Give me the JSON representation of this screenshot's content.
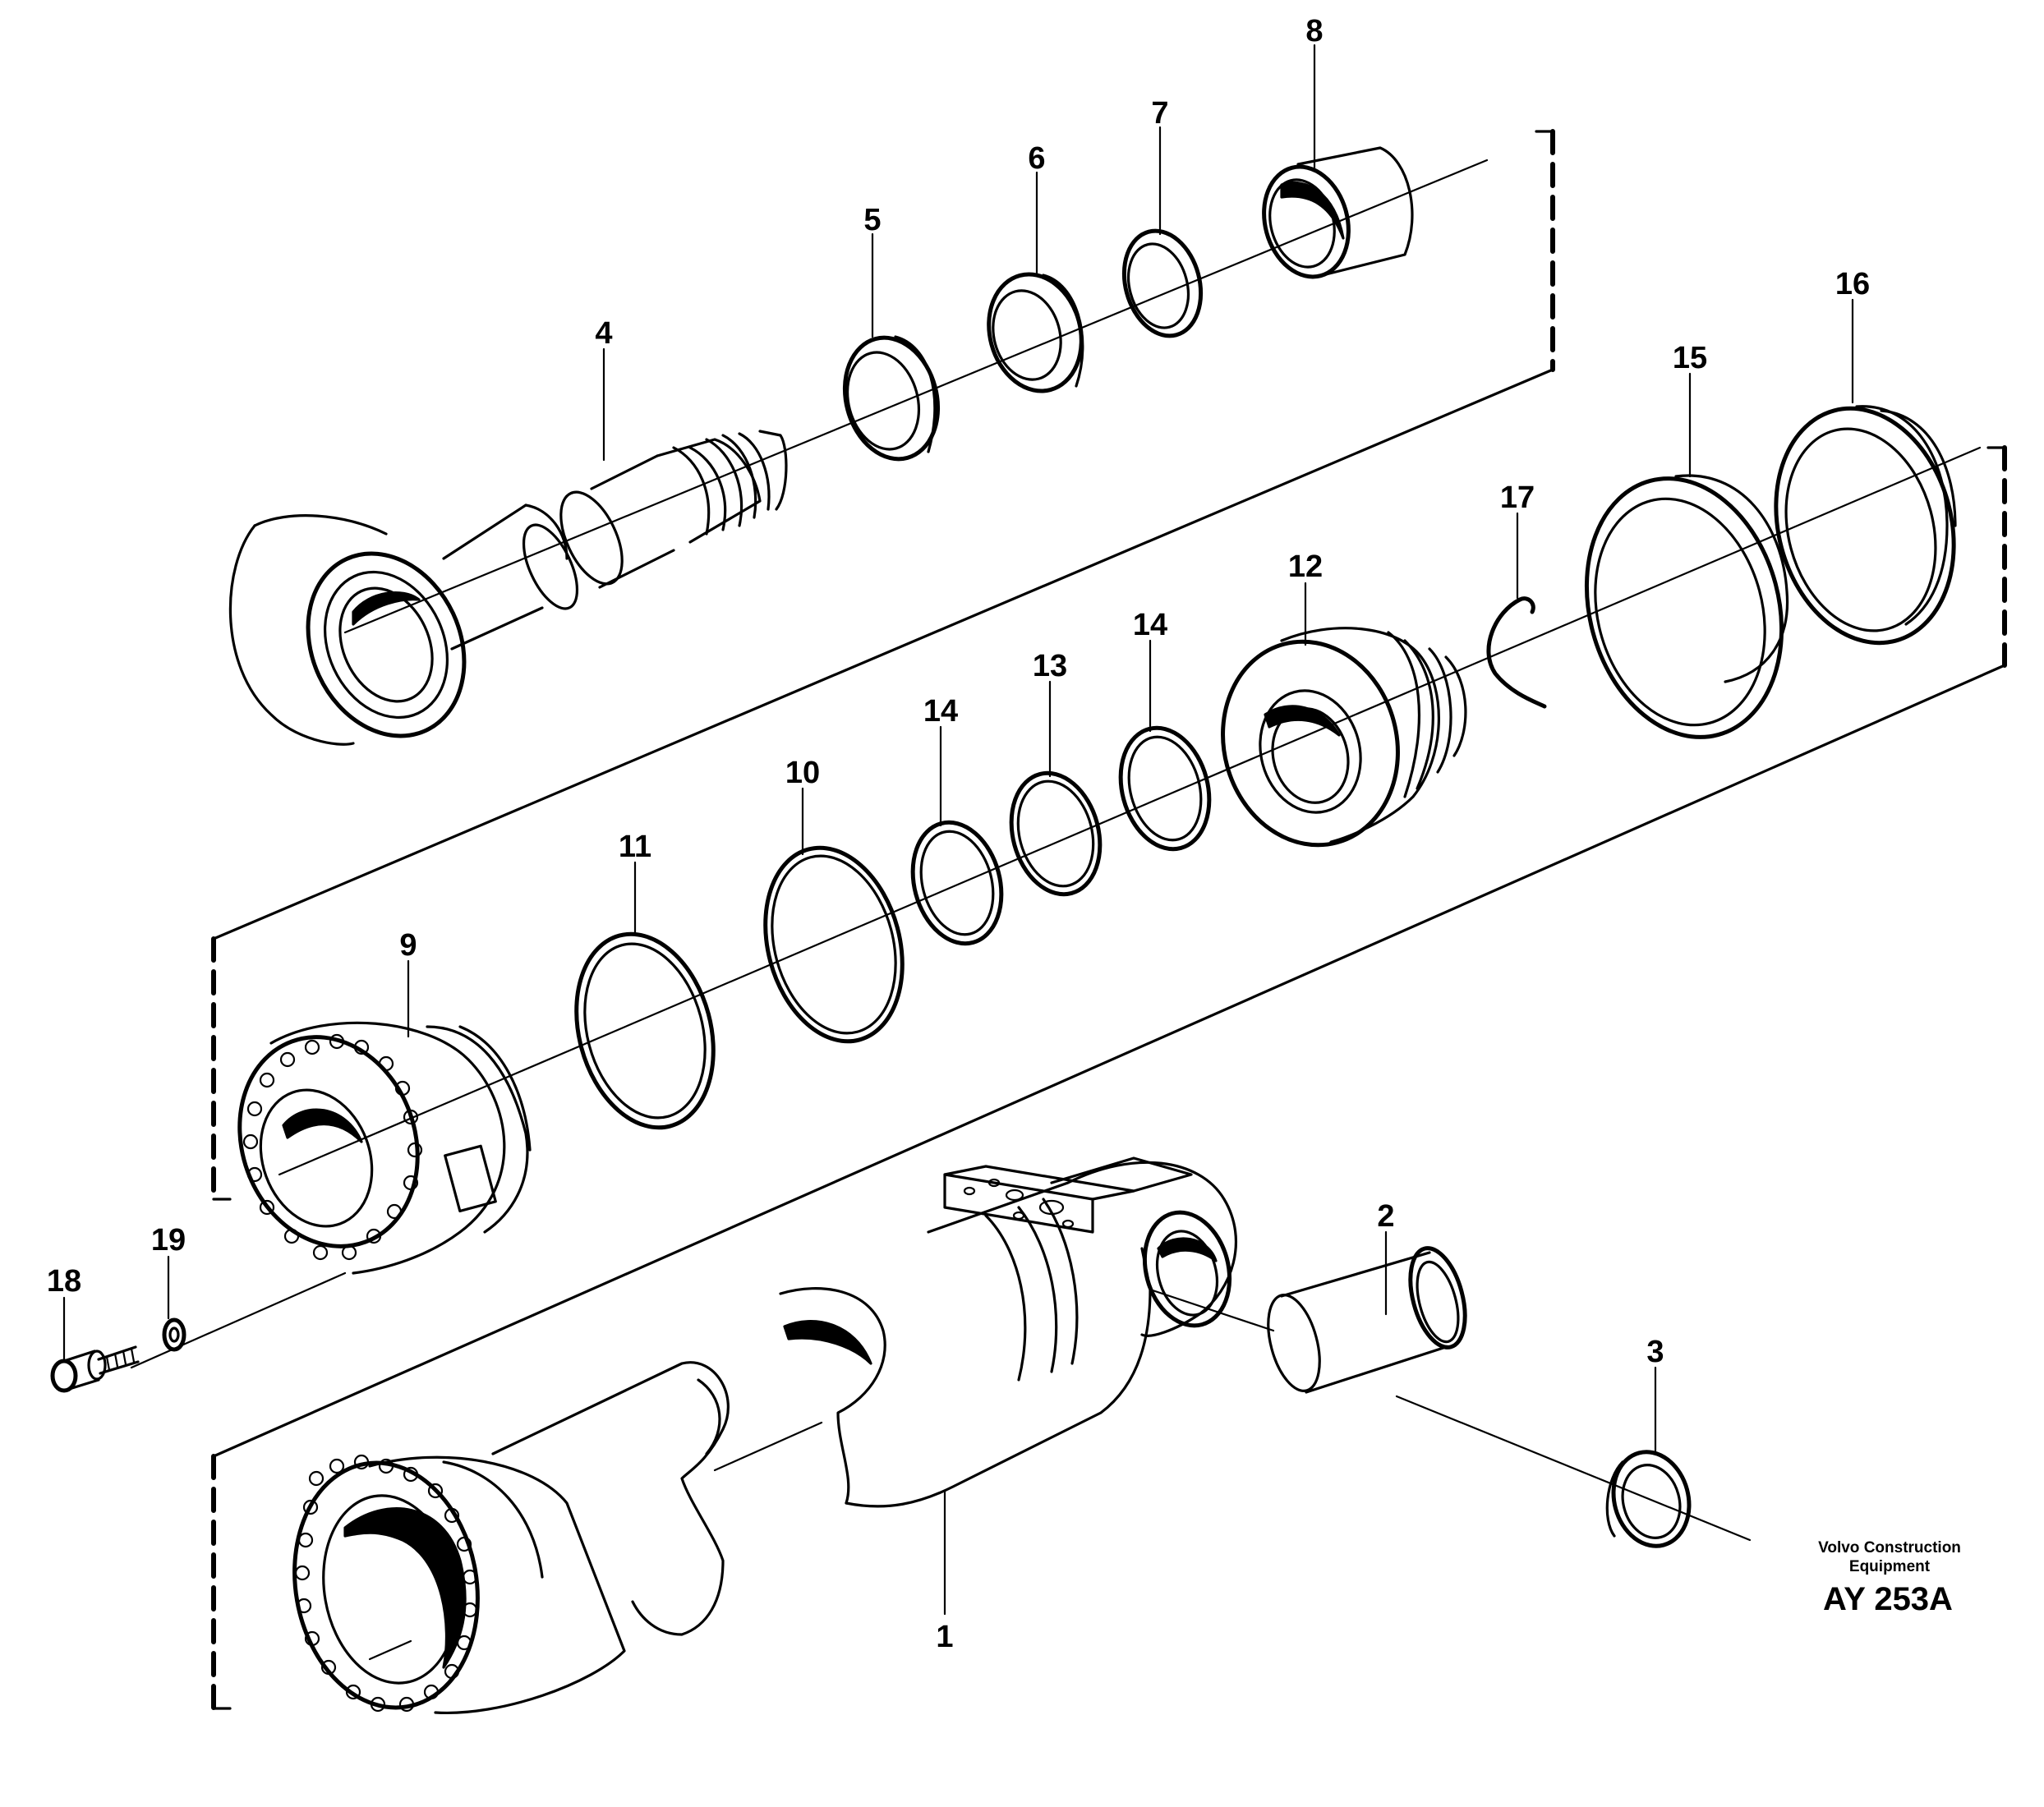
{
  "diagram": {
    "part_labels": {
      "p1": "1",
      "p2": "2",
      "p3": "3",
      "p4": "4",
      "p5": "5",
      "p6": "6",
      "p7": "7",
      "p8": "8",
      "p9": "9",
      "p10": "10",
      "p11": "11",
      "p12": "12",
      "p13": "13",
      "p14a": "14",
      "p14b": "14",
      "p15": "15",
      "p16": "16",
      "p17": "17",
      "p18": "18",
      "p19": "19"
    },
    "caption": {
      "company_line1": "Volvo Construction",
      "company_line2": "Equipment",
      "figure_code": "AY 253A"
    },
    "stroke_color": "#000000",
    "background": "#ffffff"
  }
}
